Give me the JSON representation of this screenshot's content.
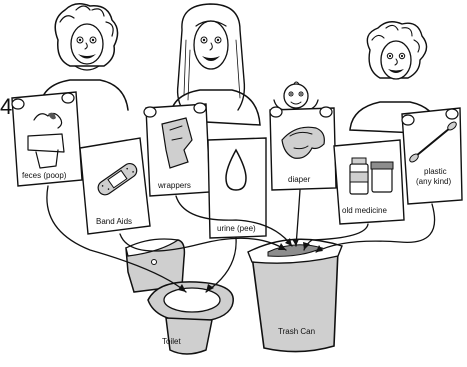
{
  "page_number": "4",
  "cards": {
    "feces": "feces (poop)",
    "bandaids": "Band Aids",
    "wrappers": "wrappers",
    "urine": "urine (pee)",
    "diaper": "diaper",
    "medicine": "old medicine",
    "plastic_line1": "plastic",
    "plastic_line2": "(any kind)"
  },
  "destinations": {
    "toilet": "Toilet",
    "trash": "Trash Can"
  }
}
